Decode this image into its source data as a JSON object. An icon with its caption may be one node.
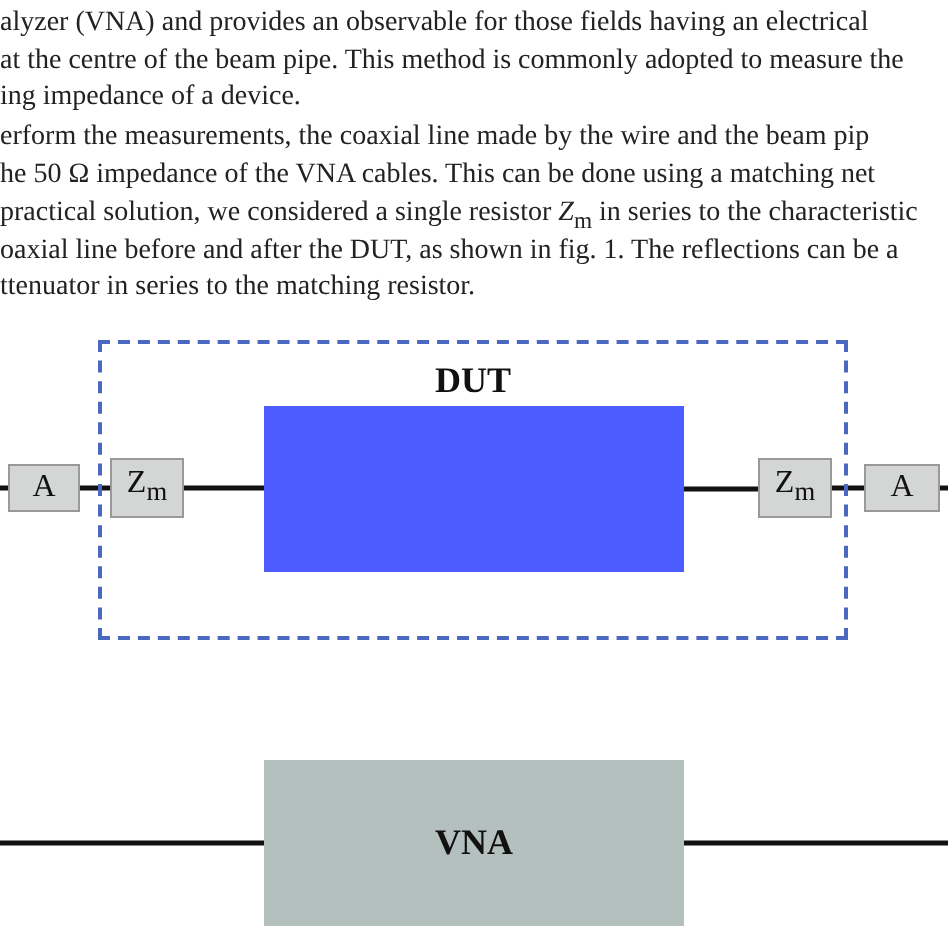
{
  "diagram": {
    "nodes": [
      {
        "text": [
          "DUT"
        ]
      },
      {
        "text": [
          "Z$_{m}$"
        ],
        "in": 0
      },
      {
        "text": [],
        "shape": "box",
        "in": 0
      },
      {
        "text": [
          "Z$_{m}$"
        ],
        "in": 0
      },
      {
        "text": [
          "A"
        ]
      },
      {
        "text": [
          "A"
        ]
      },
      {
        "text": [
          "VNA"
        ]
      }
    ],
    "edges": [
      {
        "from": null,
        "to": 4,
        "arrow": "none"
      },
      {
        "from": 4,
        "to": 1,
        "arrow": "none"
      },
      {
        "from": 1,
        "to": 2,
        "arrow": "none"
      },
      {
        "from": 2,
        "to": 3,
        "arrow": "none"
      },
      {
        "from": 3,
        "to": 5,
        "arrow": "none"
      },
      {
        "from": 5,
        "to": null,
        "arrow": "none"
      },
      {
        "from": null,
        "to": 6,
        "arrow": "none"
      },
      {
        "from": 6,
        "to": null,
        "arrow": "none"
      }
    ],
    "labels": [
      "alyzer (VNA) and provides an observable for those fields having an electrical",
      "at the centre of the beam pipe. This method is commonly adopted to measure the",
      "ing impedance of a device.",
      "erform the measurements, the coaxial line made by the wire and the beam pip",
      "he 50 Ω impedance of the VNA cables. This can be done using a matching net",
      "practical solution, we considered a single resistor *Z*$_{m}$ in series to the characteristic",
      "oaxial line before and after the DUT, as shown in fig. 1. The reflections can be a",
      "ttenuator in series to the matching resistor."
    ]
  }
}
